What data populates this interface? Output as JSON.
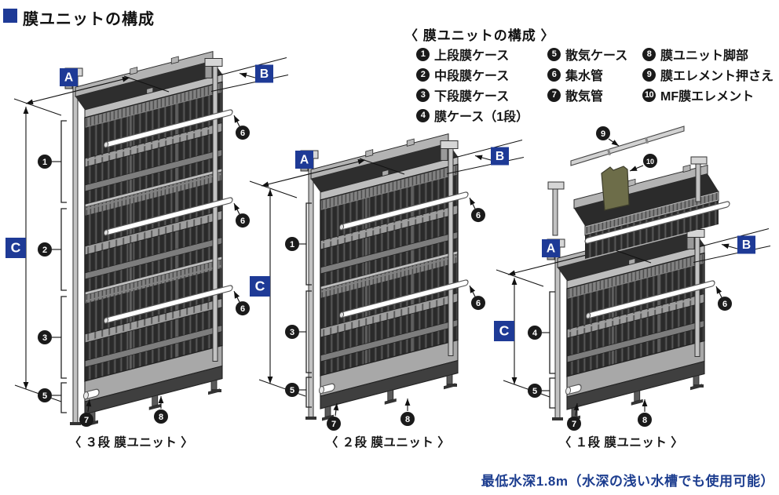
{
  "page": {
    "title": "膜ユニットの構成",
    "note": "最低水深1.8m（水深の浅い水槽でも使用可能）"
  },
  "legend": {
    "title": "〈 膜ユニットの構成 〉",
    "items": [
      {
        "num": "1",
        "label": "上段膜ケース"
      },
      {
        "num": "2",
        "label": "中段膜ケース"
      },
      {
        "num": "3",
        "label": "下段膜ケース"
      },
      {
        "num": "4",
        "label": "膜ケース（1段）"
      },
      {
        "num": "5",
        "label": "散気ケース"
      },
      {
        "num": "6",
        "label": "集水管"
      },
      {
        "num": "7",
        "label": "散気管"
      },
      {
        "num": "8",
        "label": "膜ユニット脚部"
      },
      {
        "num": "9",
        "label": "膜エレメント押さえ"
      },
      {
        "num": "10",
        "label": "MF膜エレメント"
      }
    ]
  },
  "dims": {
    "width": "A",
    "depth": "B",
    "height": "C"
  },
  "units": [
    {
      "caption": "〈 ３段 膜ユニット 〉",
      "stage_callouts": [
        "1",
        "2",
        "3"
      ],
      "base_callout": "5",
      "collector_callout": "6",
      "air_pipe_callout": "7",
      "leg_callout": "8"
    },
    {
      "caption": "〈 ２段 膜ユニット 〉",
      "stage_callouts": [
        "1",
        "3"
      ],
      "base_callout": "5",
      "collector_callout": "6",
      "air_pipe_callout": "7",
      "leg_callout": "8"
    },
    {
      "caption": "〈 １段 膜ユニット 〉",
      "stage_callouts": [
        "4"
      ],
      "base_callout": "5",
      "collector_callout": "6",
      "air_pipe_callout": "7",
      "leg_callout": "8"
    }
  ],
  "detail": {
    "holder_callout": "9",
    "element_callout": "10"
  },
  "colors": {
    "navy": "#1e3a96",
    "note_blue": "#1c3d8f",
    "callout": "#1a1a1a",
    "olive": "#6d6d49"
  }
}
